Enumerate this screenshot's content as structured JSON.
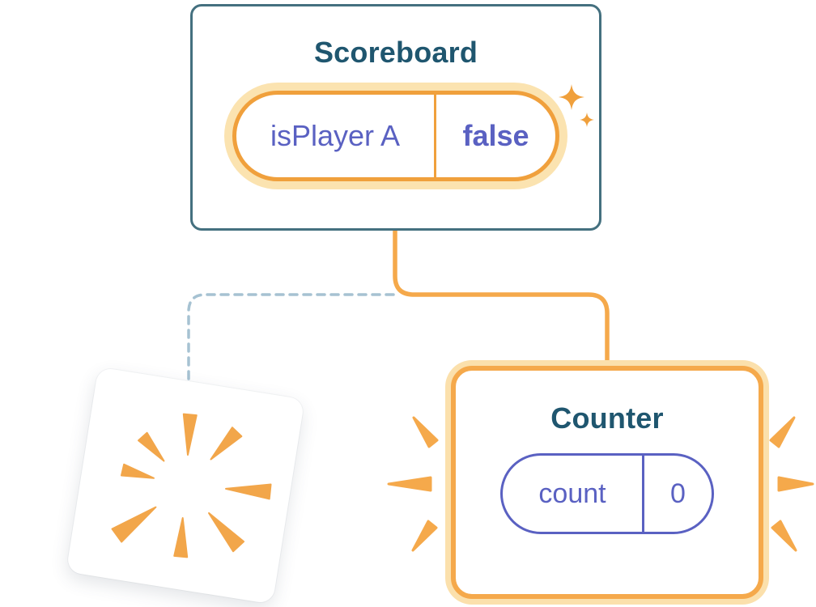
{
  "scoreboard": {
    "title": "Scoreboard",
    "state": {
      "key": "isPlayer A",
      "value": "false"
    }
  },
  "counter": {
    "title": "Counter",
    "state": {
      "key": "count",
      "value": "0"
    }
  },
  "icons": {
    "sparkle_icon": "✦",
    "burst_icon": "radial-poof-burst",
    "emphasis_icon": "attention-dashes"
  },
  "colors": {
    "card_outline_blue": "#44707f",
    "title_text": "#1f566f",
    "state_text_purple": "#5a61c2",
    "highlight_orange": "#f5a94b",
    "highlight_orange_border": "#f0a03c",
    "highlight_orange_light": "#fbe3b0",
    "dashed_connector_blue": "#a6c2d2"
  }
}
